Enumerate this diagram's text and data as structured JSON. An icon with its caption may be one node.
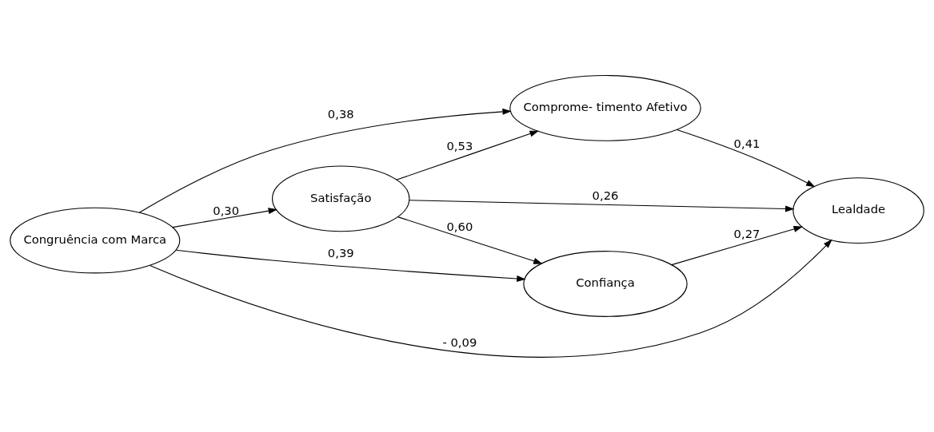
{
  "diagram": {
    "nodes": [
      {
        "text": [
          "Comprome- timento Afetivo"
        ]
      },
      {
        "text": [
          "Congruência com Marca"
        ]
      },
      {
        "text": [
          "Lealdade"
        ]
      },
      {
        "text": [
          "Satisfação"
        ]
      },
      {
        "text": [
          "Confiança"
        ]
      }
    ],
    "edges": [
      {
        "from": 1,
        "to": 0,
        "arrow": "to",
        "label": "0,38"
      },
      {
        "from": 1,
        "to": 2,
        "arrow": "to",
        "label": "- 0,09"
      },
      {
        "from": 1,
        "to": 4,
        "arrow": "to",
        "label": "0,39"
      },
      {
        "from": 1,
        "to": 3,
        "arrow": "to",
        "label": "0,30"
      },
      {
        "from": 3,
        "to": 0,
        "arrow": "to",
        "label": "0,53"
      },
      {
        "from": 3,
        "to": 2,
        "arrow": "to",
        "label": "0,26"
      },
      {
        "from": 3,
        "to": 4,
        "arrow": "to",
        "label": "0,60"
      },
      {
        "from": 0,
        "to": 2,
        "arrow": "to",
        "label": "0,41"
      },
      {
        "from": 4,
        "to": 2,
        "arrow": "to",
        "label": "0,27"
      }
    ]
  }
}
